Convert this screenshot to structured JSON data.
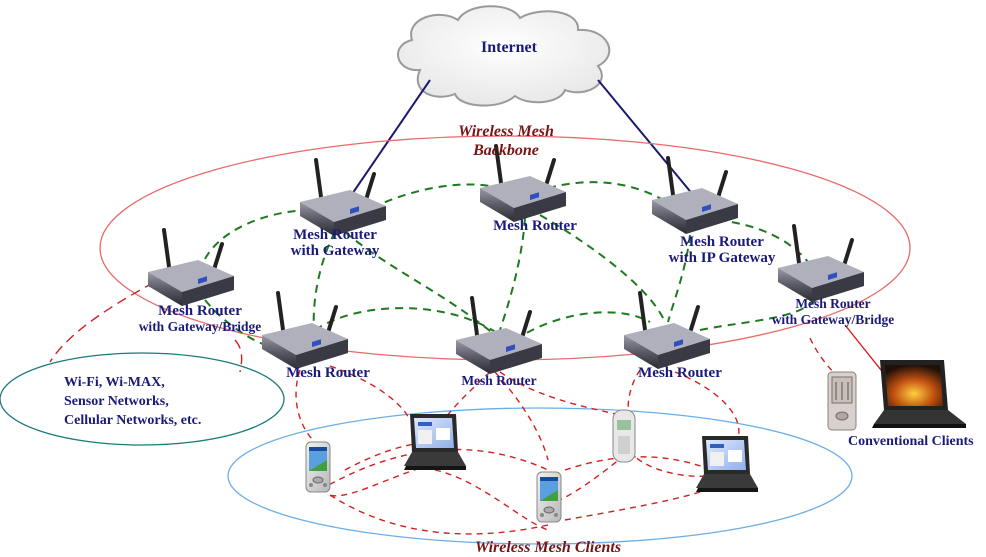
{
  "cloud": {
    "label": "Internet"
  },
  "backbone": {
    "title_line1": "Wireless Mesh",
    "title_line2": "Backbone"
  },
  "clients_group": {
    "title": "Wireless Mesh Clients"
  },
  "other_networks": [
    "Wi-Fi, Wi-MAX,",
    "Sensor Networks,",
    "Cellular Networks, etc."
  ],
  "conventional_clients": {
    "label": "Conventional Clients"
  },
  "routers": [
    {
      "id": "r1",
      "line1": "Mesh Router",
      "line2": "with Gateway/Bridge"
    },
    {
      "id": "r2",
      "line1": "Mesh Router",
      "line2": "with Gateway"
    },
    {
      "id": "r3",
      "line1": "Mesh Router",
      "line2": ""
    },
    {
      "id": "r4",
      "line1": "Mesh Router",
      "line2": "with IP Gateway"
    },
    {
      "id": "r5",
      "line1": "Mesh Router",
      "line2": "with Gateway/Bridge"
    },
    {
      "id": "r6",
      "line1": "Mesh Router",
      "line2": ""
    },
    {
      "id": "r7",
      "line1": "Mesh Router",
      "line2": ""
    },
    {
      "id": "r8",
      "line1": "Mesh Router",
      "line2": ""
    }
  ],
  "colors": {
    "internet_link": "#1a1a6e",
    "backbone_link": "#1e7a1e",
    "client_link": "#d42020",
    "backbone_ellipse": "#e86a6a",
    "clients_ellipse": "#6aaee8",
    "networks_ellipse": "#1a7a7a",
    "label_blue": "#1a1a7a",
    "title_red": "#7a1414"
  }
}
